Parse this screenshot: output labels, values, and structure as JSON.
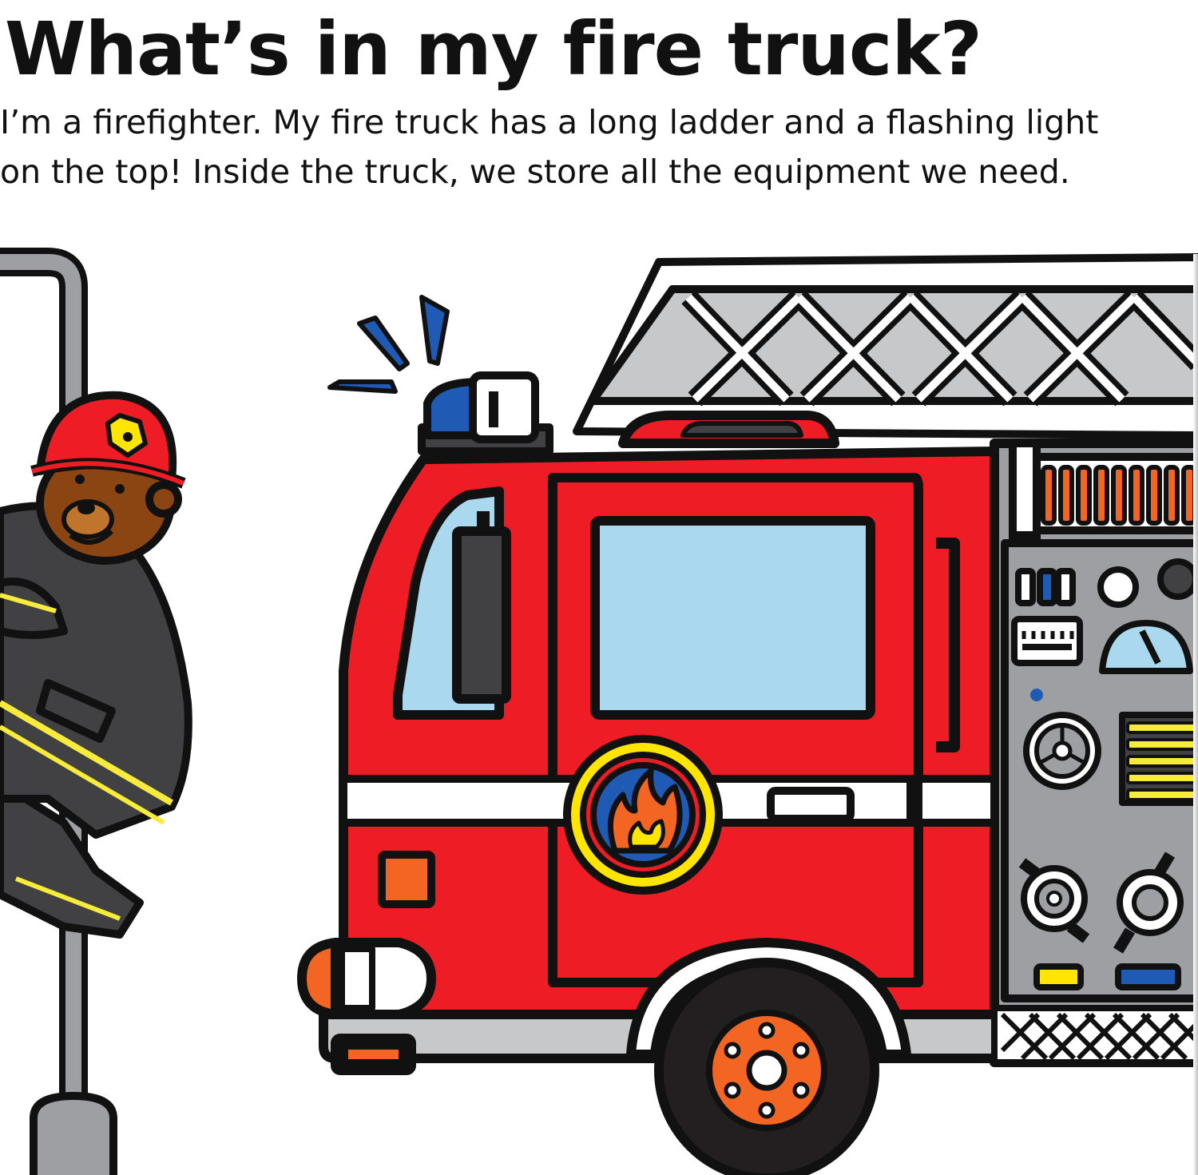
{
  "page": {
    "title": "What’s in my fire truck?",
    "intro_lines": [
      "I’m a firefighter. My fire truck has a long ladder and a flashing light",
      "on the top! Inside the truck, we store all the equipment we need."
    ]
  },
  "illustration": {
    "characters": [
      "bear-firefighter"
    ],
    "objects": [
      "fire-pole",
      "fire-truck",
      "ladder",
      "flashing-light",
      "fire-emblem",
      "control-panel",
      "wheel",
      "headlight"
    ],
    "colors": {
      "truck_red": "#ee1c24",
      "outline": "#111111",
      "light_blue": "#1f5ab4",
      "window_blue": "#a9d8ef",
      "panel_gray": "#9d9fa2",
      "ladder_gray": "#c7c8ca",
      "emblem_yellow": "#ffe500",
      "hose_orange": "#f26522",
      "bear_brown": "#8b4513",
      "coat_dark": "#414042",
      "stripe_yellow": "#f7ec3b"
    }
  }
}
